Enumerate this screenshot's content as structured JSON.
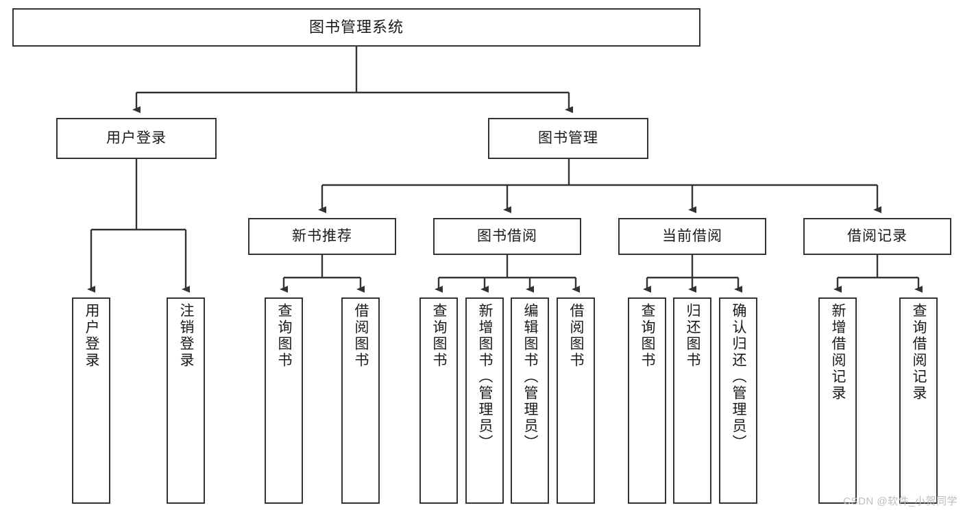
{
  "diagram": {
    "title": "图书管理系统",
    "type": "tree",
    "colors": {
      "box_border": "#333333",
      "box_fill": "#ffffff",
      "text": "#1a1a1a",
      "connector": "#333333",
      "watermark": "#bdbdbd"
    },
    "root": {
      "label": "图书管理系统"
    },
    "level2": [
      {
        "label": "用户登录"
      },
      {
        "label": "图书管理"
      }
    ],
    "level3": [
      {
        "label": "新书推荐"
      },
      {
        "label": "图书借阅"
      },
      {
        "label": "当前借阅"
      },
      {
        "label": "借阅记录"
      }
    ],
    "leaves": {
      "user_login": [
        {
          "label": "用户登录"
        },
        {
          "label": "注销登录"
        }
      ],
      "new_book_recommend": [
        {
          "label": "查询图书"
        },
        {
          "label": "借阅图书"
        }
      ],
      "book_borrow": [
        {
          "label": "查询图书"
        },
        {
          "label": "新增图书（管理员）"
        },
        {
          "label": "编辑图书（管理员）"
        },
        {
          "label": "借阅图书"
        }
      ],
      "current_borrow": [
        {
          "label": "查询图书"
        },
        {
          "label": "归还图书"
        },
        {
          "label": "确认归还（管理员）"
        }
      ],
      "borrow_record": [
        {
          "label": "新增借阅记录"
        },
        {
          "label": "查询借阅记录"
        }
      ]
    }
  },
  "watermark": {
    "text": "CSDN @软件_小贺同学"
  }
}
